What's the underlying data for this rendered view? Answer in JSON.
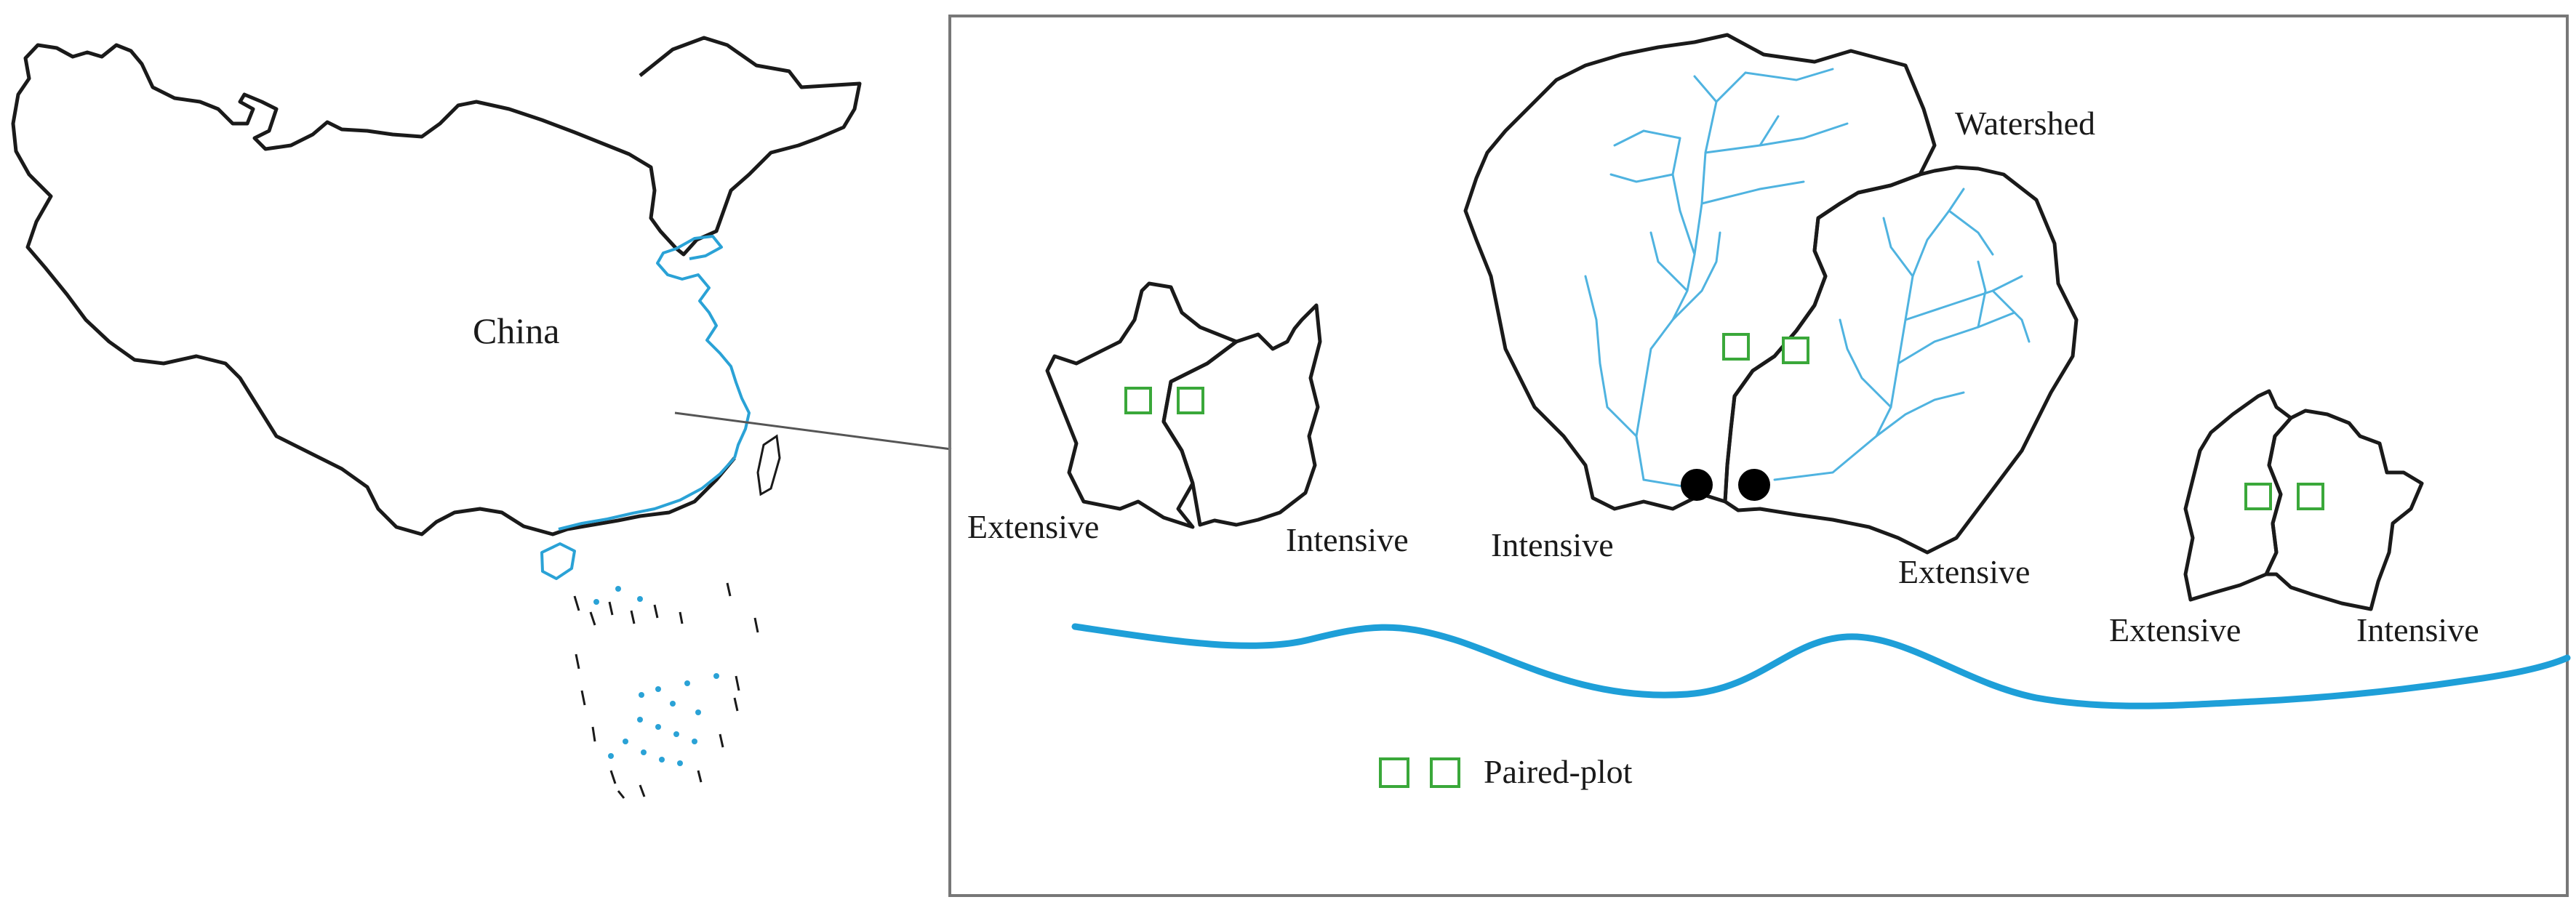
{
  "labels": {
    "country": "China",
    "watershed": "Watershed",
    "legend_plot": "Paired-plot",
    "left_extensive": "Extensive",
    "left_intensive": "Intensive",
    "center_intensive": "Intensive",
    "center_extensive": "Extensive",
    "right_extensive": "Extensive",
    "right_intensive": "Intensive"
  },
  "colors": {
    "outline": "#1a1a1a",
    "coastline": "#2aa2d6",
    "stream": "#4fb3e0",
    "river": "#1e9fd8",
    "paired_plot": "#3aa83a",
    "outlet": "#000000"
  }
}
